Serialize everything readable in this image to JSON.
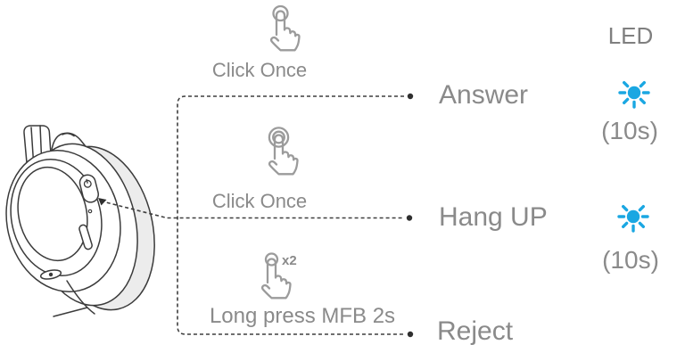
{
  "legend": {
    "led_header": "LED"
  },
  "rows": [
    {
      "gesture": "Click Once",
      "action": "Answer",
      "led_duration": "(10s)"
    },
    {
      "gesture": "Click Once",
      "action": "Hang UP",
      "led_duration": "(10s)"
    },
    {
      "gesture": "Long press MFB 2s",
      "gesture_multiplier": "x2",
      "action": "Reject"
    }
  ],
  "icons": {
    "row1_gesture": "tap-once-icon",
    "row2_gesture": "tap-once-ripple-icon",
    "row3_gesture": "long-press-x2-icon",
    "led_status": "flashing-blue-led-icon",
    "device": "headphone-earcup-illustration"
  },
  "colors": {
    "text_gray": "#8a8a8a",
    "line_dark": "#3f3f3f",
    "led_blue": "#1AA7E2",
    "shell_shade": "#ececec",
    "outline": "#3b3b3b"
  }
}
